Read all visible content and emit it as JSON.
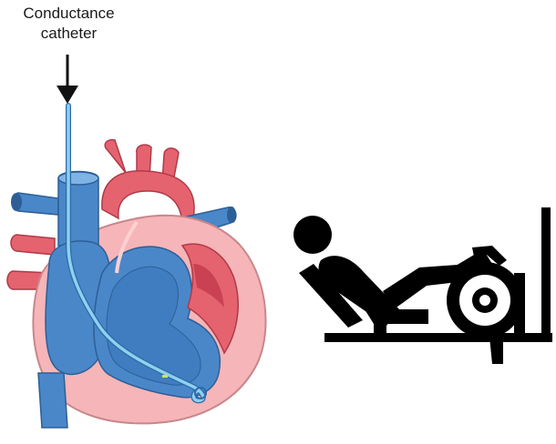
{
  "annotation": {
    "line1": "Conductance",
    "line2": "catheter"
  },
  "colors": {
    "arrow": "#111111",
    "venous_blue": "#4a87c9",
    "venous_blue_light": "#7fb3e6",
    "arterial_red": "#e5636f",
    "arterial_red_dark": "#c94152",
    "myocardium_pink": "#f6b5b8",
    "catheter": "#8fd0ee",
    "figure_black": "#000000"
  },
  "icons": {
    "heart": "heart-illustration",
    "figure": "leg-press-exercise-pictogram"
  }
}
